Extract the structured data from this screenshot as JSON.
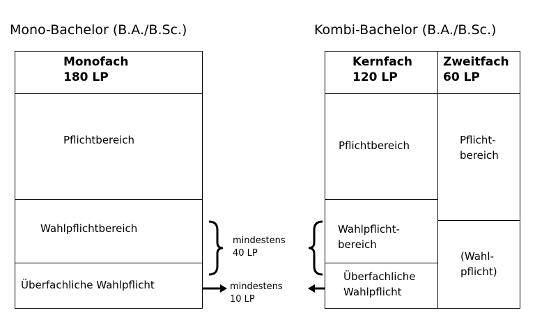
{
  "mono": {
    "title": "Mono-Bachelor (B.A./B.Sc.)",
    "header": "Monofach\n180 LP",
    "pflicht": "Pflichtbereich",
    "wahlpflicht": "Wahlpflichtbereich",
    "ueberfach": "Überfachliche Wahlpflicht"
  },
  "kombi": {
    "title": "Kombi-Bachelor (B.A./B.Sc.)",
    "kern_header": "Kernfach\n120 LP",
    "zweit_header": "Zweitfach\n60 LP",
    "kern_pflicht": "Pflichtbereich",
    "kern_wahlpflicht": "Wahlpflicht-\nbereich",
    "kern_ueberfach": "Überfachliche\nWahlpflicht",
    "zweit_pflicht": "Pflicht-\nbereich",
    "zweit_wahl": "(Wahl-\npflicht)"
  },
  "notes": {
    "mindestens_40": "mindestens\n40 LP",
    "mindestens_10": "mindestens\n10 LP"
  }
}
